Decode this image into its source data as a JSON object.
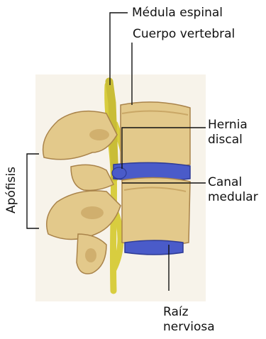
{
  "labels": {
    "medula_espinal": "Médula espinal",
    "cuerpo_vertebral": "Cuerpo vertebral",
    "hernia_line1": "Hernia",
    "hernia_line2": "discal",
    "canal_line1": "Canal",
    "canal_line2": "medular",
    "raiz_line1": "Raíz",
    "raiz_line2": "nerviosa",
    "apofisis": "Apófisis"
  },
  "colors": {
    "bone": "#e2c98a",
    "bone_shadow": "#b8934f",
    "disc": "#4a5bc9",
    "nerve": "#d9cf45",
    "background_panel": "#f6f1e4",
    "leader_line": "#111111"
  }
}
